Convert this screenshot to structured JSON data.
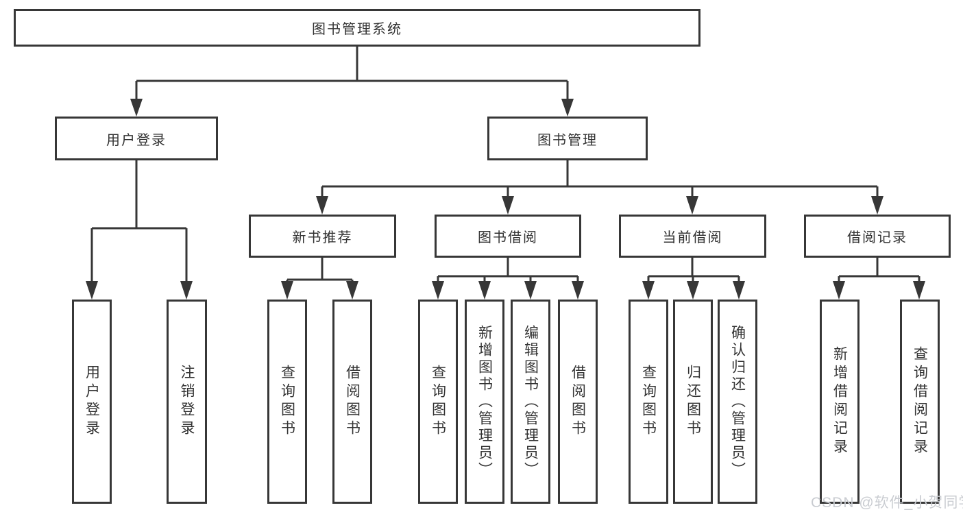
{
  "diagram": {
    "title": "图书管理系统",
    "line_color": "#373737",
    "nodes": {
      "root": {
        "label": "图书管理系统"
      },
      "userLogin": {
        "label": "用户登录"
      },
      "bookMgmt": {
        "label": "图书管理"
      },
      "loginUser": {
        "label": "用户登录"
      },
      "loginLogout": {
        "label": "注销登录"
      },
      "newBook": {
        "label": "新书推荐"
      },
      "bookBorrow": {
        "label": "图书借阅"
      },
      "currentBorrow": {
        "label": "当前借阅"
      },
      "borrowRecords": {
        "label": "借阅记录"
      },
      "nbQuery": {
        "label": "查询图书"
      },
      "nbBorrow": {
        "label": "借阅图书"
      },
      "bbQuery": {
        "label": "查询图书"
      },
      "bbAdd": {
        "label": "新增图书（管理员）"
      },
      "bbEdit": {
        "label": "编辑图书（管理员）"
      },
      "bbBorrow": {
        "label": "借阅图书"
      },
      "cbQuery": {
        "label": "查询图书"
      },
      "cbReturn": {
        "label": "归还图书"
      },
      "cbConfirm": {
        "label": "确认归还（管理员）"
      },
      "brAdd": {
        "label": "新增借阅记录"
      },
      "brQuery": {
        "label": "查询借阅记录"
      }
    },
    "hierarchy": {
      "图书管理系统": {
        "用户登录": [
          "用户登录",
          "注销登录"
        ],
        "图书管理": {
          "新书推荐": [
            "查询图书",
            "借阅图书"
          ],
          "图书借阅": [
            "查询图书",
            "新增图书（管理员）",
            "编辑图书（管理员）",
            "借阅图书"
          ],
          "当前借阅": [
            "查询图书",
            "归还图书",
            "确认归还（管理员）"
          ],
          "借阅记录": [
            "新增借阅记录",
            "查询借阅记录"
          ]
        }
      }
    }
  },
  "watermark": {
    "text": "CSDN @软件_小贺同学"
  }
}
